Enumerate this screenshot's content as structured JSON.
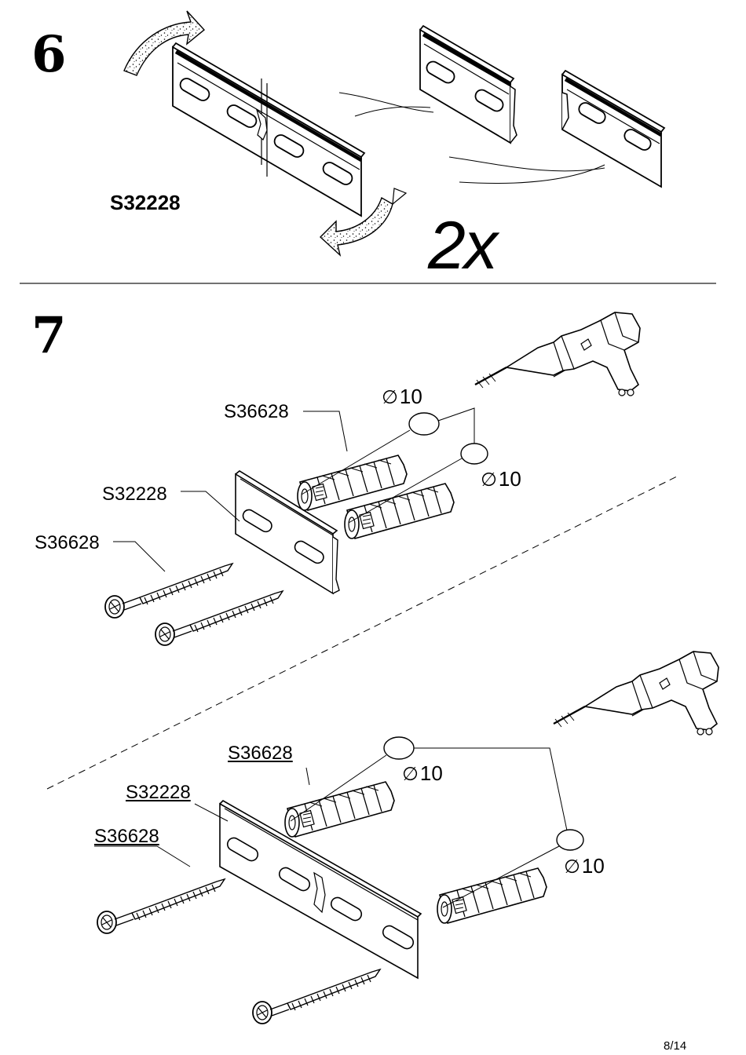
{
  "steps": {
    "step6": {
      "number": "6",
      "part_code": "S32228",
      "quantity": "2x"
    },
    "step7": {
      "number": "7",
      "upper": {
        "dowel_code": "S36628",
        "bracket_code": "S32228",
        "screw_code": "S36628",
        "drill_1": "10",
        "drill_2": "10"
      },
      "lower": {
        "dowel_code": "S36628",
        "bracket_code": "S32228",
        "screw_code": "S36628",
        "drill_1": "10",
        "drill_2": "10"
      }
    }
  },
  "diameter_symbol": "∅",
  "page": "8/14"
}
